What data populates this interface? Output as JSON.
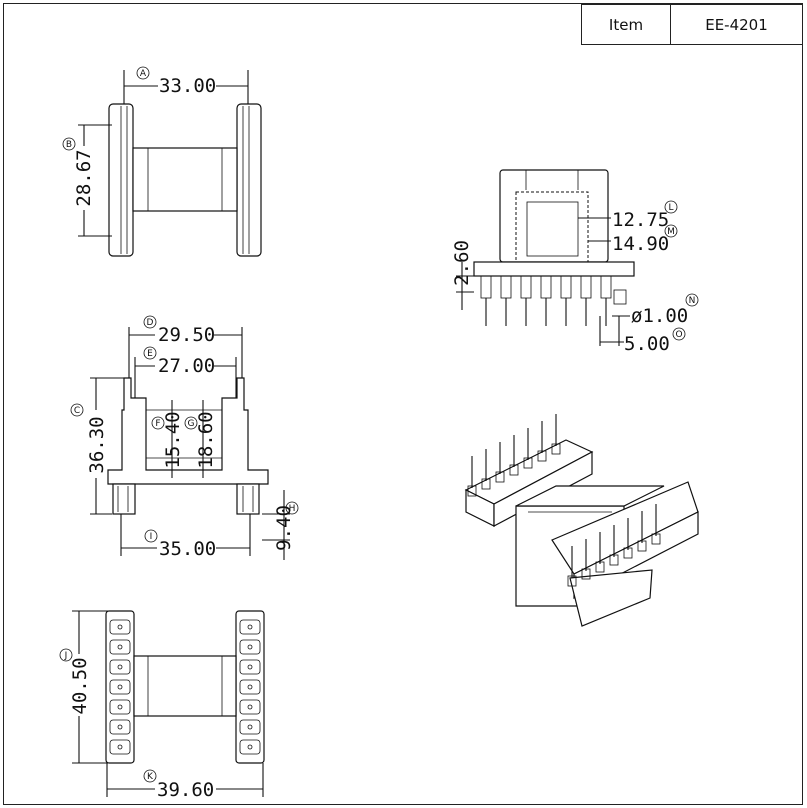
{
  "spec": {
    "item_label": "Item",
    "item_value": "EE-4201"
  },
  "dimensions": [
    {
      "tag": "A",
      "value": "33.00"
    },
    {
      "tag": "B",
      "value": "28.67"
    },
    {
      "tag": "D",
      "value": "29.50"
    },
    {
      "tag": "E",
      "value": "27.00"
    },
    {
      "tag": "C",
      "value": "36.30"
    },
    {
      "tag": "F",
      "value": "15.40"
    },
    {
      "tag": "G",
      "value": "18.60"
    },
    {
      "tag": "H",
      "value": "9.40"
    },
    {
      "tag": "I",
      "value": "35.00"
    },
    {
      "tag": "J",
      "value": "40.50"
    },
    {
      "tag": "K",
      "value": "39.60"
    },
    {
      "tag": "L",
      "value": "12.75"
    },
    {
      "tag": "M",
      "value": "14.90"
    },
    {
      "tag": "N",
      "value": "ø1.00"
    },
    {
      "tag": "O",
      "value": "5.00"
    },
    {
      "tag": "",
      "value": "2.60"
    }
  ]
}
